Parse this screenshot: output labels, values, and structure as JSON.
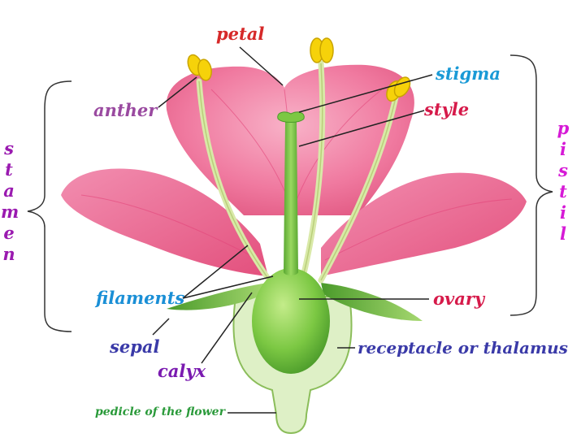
{
  "labels": {
    "petal": "petal",
    "stigma": "stigma",
    "anther": "anther",
    "style": "style",
    "filaments": "filaments",
    "ovary": "ovary",
    "sepal": "sepal",
    "calyx": "calyx",
    "receptacle": "receptacle or thalamus",
    "pedicle": "pedicle of the flower",
    "stamen": "s\nt\na\nm\ne\nn",
    "pistil": "p\ni\ns\nt\ni\nl"
  },
  "colors": {
    "petal": "#d62929",
    "stigma": "#1a9ad6",
    "anther": "#9a4aa0",
    "style": "#d61a4a",
    "filaments": "#1a8fd6",
    "ovary": "#d61a4a",
    "sepal": "#3a3aa8",
    "calyx": "#7a1ab0",
    "receptacle": "#3a3aa8",
    "pedicle": "#2a9a3a",
    "stamen": "#9a1ab0",
    "pistil": "#d61ad6",
    "petal_fill": "#ef6f9a",
    "green_fill": "#6cbf3a"
  }
}
